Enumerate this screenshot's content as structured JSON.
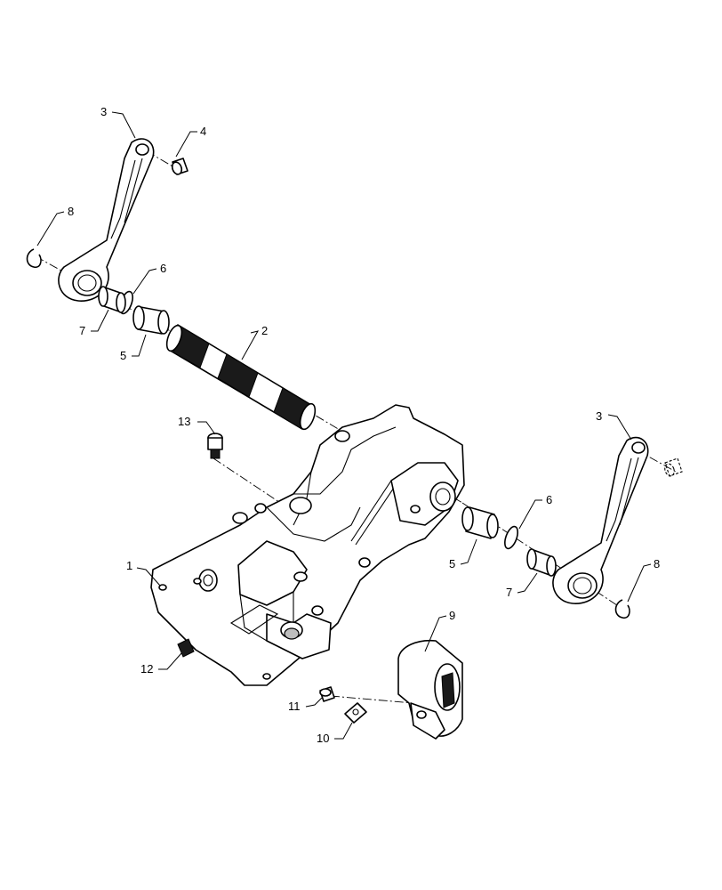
{
  "callouts": [
    {
      "id": "c1",
      "text": "1"
    },
    {
      "id": "c2",
      "text": "2"
    },
    {
      "id": "c3a",
      "text": "3"
    },
    {
      "id": "c3b",
      "text": "3"
    },
    {
      "id": "c4",
      "text": "4"
    },
    {
      "id": "c5a",
      "text": "5"
    },
    {
      "id": "c5b",
      "text": "5"
    },
    {
      "id": "c6a",
      "text": "6"
    },
    {
      "id": "c6b",
      "text": "6"
    },
    {
      "id": "c7a",
      "text": "7"
    },
    {
      "id": "c7b",
      "text": "7"
    },
    {
      "id": "c8a",
      "text": "8"
    },
    {
      "id": "c8b",
      "text": "8"
    },
    {
      "id": "c9",
      "text": "9"
    },
    {
      "id": "c10",
      "text": "10"
    },
    {
      "id": "c11",
      "text": "11"
    },
    {
      "id": "c12",
      "text": "12"
    },
    {
      "id": "c13",
      "text": "13"
    }
  ]
}
